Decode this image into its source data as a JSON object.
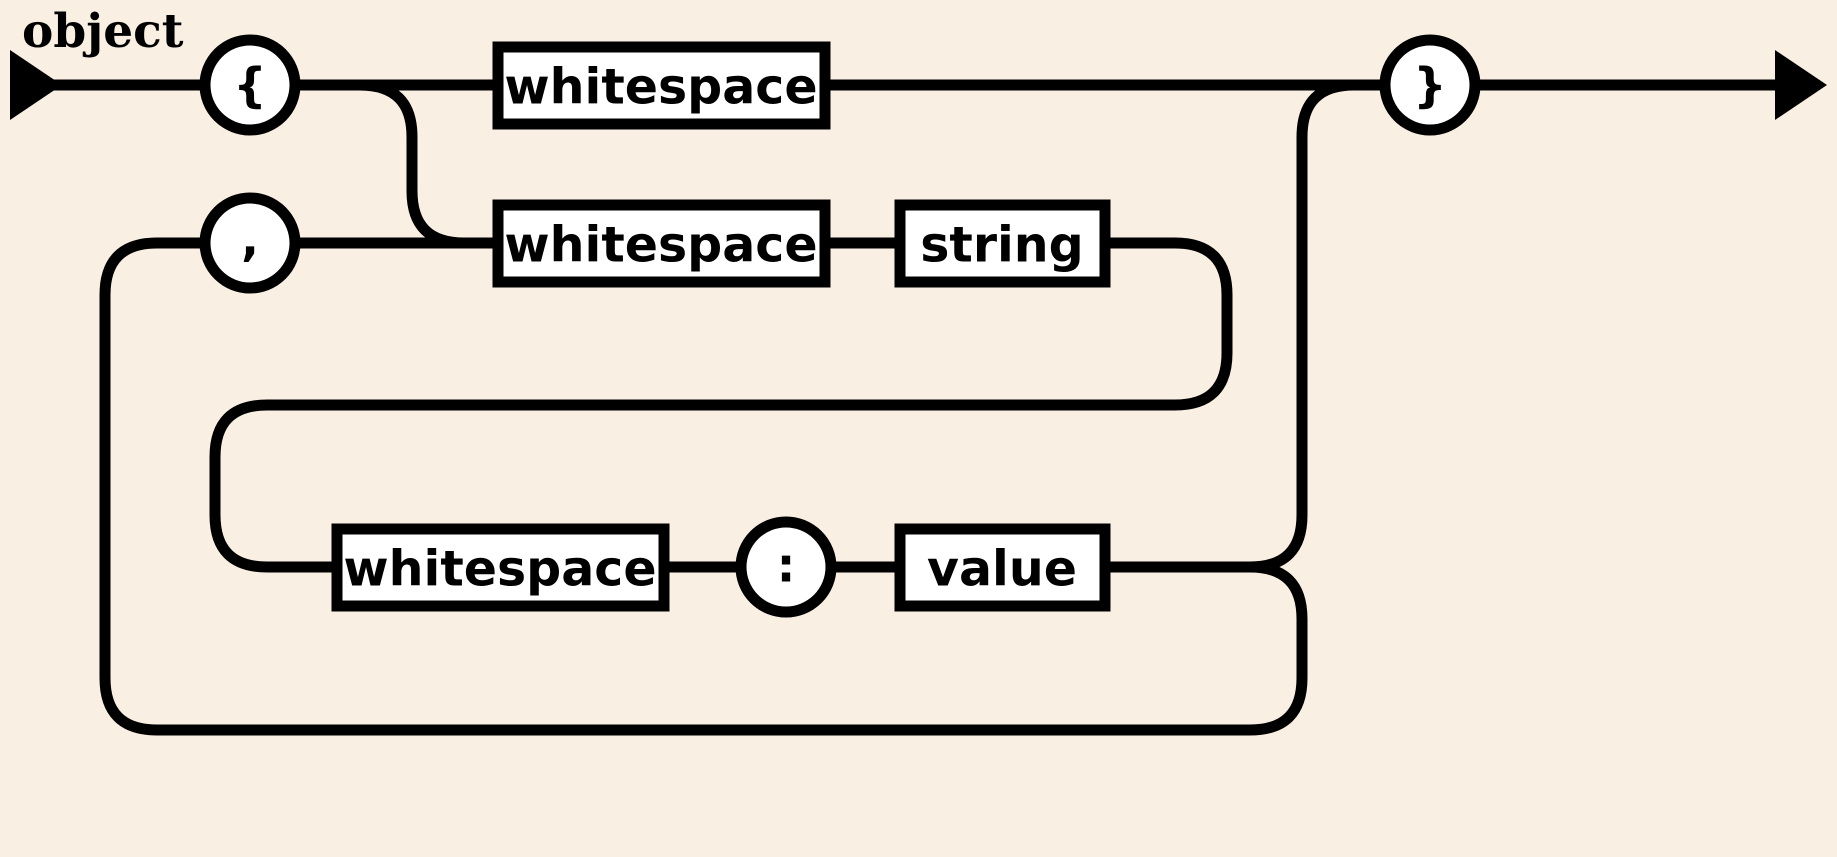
{
  "diagram": {
    "title": "object",
    "type": "railroad-syntax-diagram",
    "grammar": "JSON object production",
    "colors": {
      "background": "#faefe3",
      "stroke": "#000000",
      "node_fill": "#ffffff",
      "text": "#000000"
    },
    "nodes": {
      "open_brace": "{",
      "close_brace": "}",
      "comma": ",",
      "colon": ":",
      "whitespace_top": "whitespace",
      "whitespace_middle": "whitespace",
      "whitespace_bottom": "whitespace",
      "string": "string",
      "value": "value"
    },
    "sequence": [
      "{",
      "whitespace",
      "}",
      ",",
      "whitespace",
      "string",
      "whitespace",
      ":",
      "value"
    ]
  }
}
